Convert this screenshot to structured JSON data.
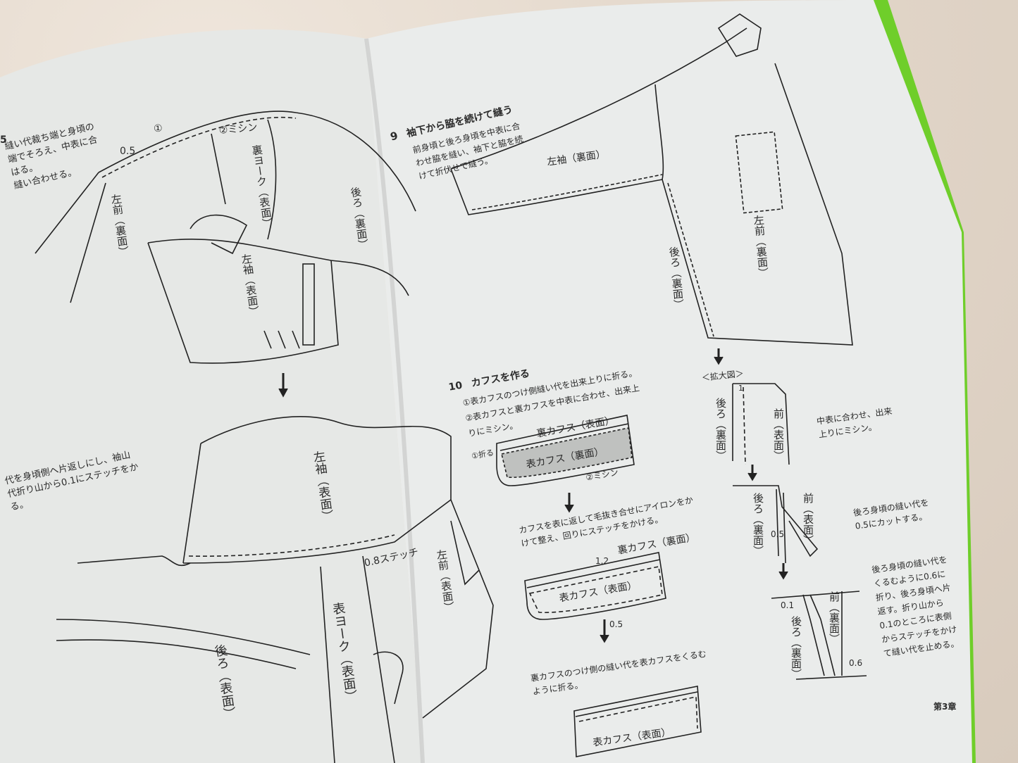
{
  "left_page": {
    "step_fragment": "5",
    "intro_lines": [
      "縫い代裁ち端と身頃の",
      "端でそろえ、中表に合",
      "はる。",
      "縫い合わせる。"
    ],
    "labels": {
      "circle1": "①",
      "measure_05": "0.5",
      "sewing2": "②ミシン",
      "ura_yoke": "裏ヨーク（表面）",
      "ushiro_top": "後ろ（裏面）",
      "left_front": "左前（裏面）",
      "left_sleeve_top": "左袖（表面）",
      "left_sleeve_bottom": "左袖（表面）",
      "stitch": "0.8ステッチ",
      "left_front_bottom": "左前（表面）",
      "omote_yoke": "表ヨーク（表面）",
      "ushiro_bottom": "後ろ（表面）"
    },
    "mid_text": [
      "代を身頃側へ片返しにし、袖山",
      "代折り山から0.1にステッチをか",
      "る。"
    ]
  },
  "right_page": {
    "step9": {
      "number": "9",
      "title": "袖下から脇を続けて縫う",
      "lines": [
        "前身頃と後ろ身頃を中表に合",
        "わせ脇を縫い、袖下と脇を続",
        "けて折伏せで縫う。"
      ]
    },
    "step9_labels": {
      "left_sleeve": "左袖（裏面）",
      "left_front": "左前（裏面）",
      "back": "後ろ（裏面）"
    },
    "step10": {
      "number": "10",
      "title": "カフスを作る",
      "lines": [
        "①表カフスのつけ側縫い代を出来上りに折る。",
        "②表カフスと裏カフスを中表に合わせ、出来上",
        "りにミシン。"
      ]
    },
    "cuff1": {
      "fold": "①折る",
      "ura": "裏カフス（表面）",
      "omote": "表カフス（裏面）",
      "sew": "②ミシン"
    },
    "cuff2_text": [
      "カフスを表に返して毛抜き合せにアイロンをか",
      "けて整え、回りにステッチをかける。"
    ],
    "cuff2": {
      "ura": "裏カフス（裏面）",
      "m12": "1.2",
      "omote": "表カフス（表面）",
      "m05": "0.5"
    },
    "cuff3_text": [
      "裏カフスのつけ側の縫い代を表カフスをくるむ",
      "ように折る。"
    ],
    "cuff3": {
      "omote": "表カフス（表面）"
    },
    "detail": {
      "title": "＜拡大図＞",
      "m1": "1",
      "back1": "後ろ（裏面）",
      "front1": "前（表面）",
      "note1": [
        "中表に合わせ、出来",
        "上りにミシン。"
      ],
      "back2": "後ろ（裏面）",
      "front2": "前（表面）",
      "m05": "0.5",
      "note2": [
        "後ろ身頃の縫い代を",
        "0.5にカットする。"
      ],
      "m01": "0.1",
      "front3": "前（裏面）",
      "back3": "後ろ（裏面）",
      "m06": "0.6",
      "note3": [
        "後ろ身頃の縫い代を",
        "くるむように0.6に",
        "折り、後ろ身頃へ片",
        "返す。折り山から",
        "0.1のところに表側",
        "からステッチをかけ",
        "て縫い代を止める。"
      ]
    },
    "chapter": "第3章"
  },
  "colors": {
    "paper": "#e9ebea",
    "green_edge": "#6fce2a",
    "fabric": "#e4d8cb",
    "ink": "#2a2a2a"
  }
}
